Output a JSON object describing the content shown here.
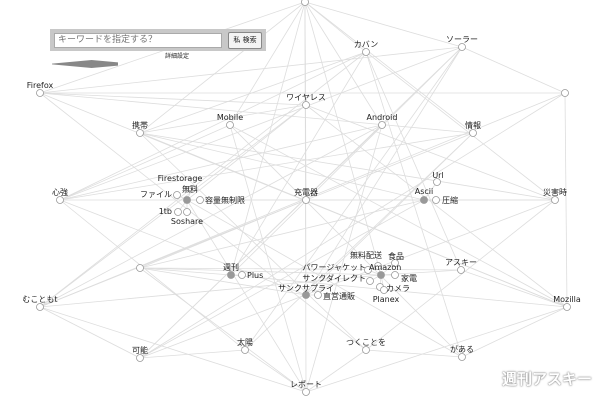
{
  "search": {
    "placeholder": "キーワードを指定する？",
    "button_label": "私 検索",
    "advanced_label": "詳細設定"
  },
  "watermark": "週刊アスキー",
  "colors": {
    "edge": "#dddddd",
    "node_stroke": "#999999",
    "hub_fill": "#999999",
    "node_fill": "#ffffff"
  },
  "nodes": [
    {
      "label": "",
      "hub": false
    },
    {
      "label": "カバン",
      "hub": false
    },
    {
      "label": "ソーラー",
      "hub": false
    },
    {
      "label": "Firefox",
      "hub": false
    },
    {
      "label": "ワイヤレス",
      "hub": false
    },
    {
      "label": "Mobile",
      "hub": false
    },
    {
      "label": "Android",
      "hub": false
    },
    {
      "label": "携帯",
      "hub": false
    },
    {
      "label": "情報",
      "hub": false
    },
    {
      "label": "",
      "hub": false
    },
    {
      "label": "心強",
      "hub": false
    },
    {
      "label": "充電器",
      "hub": false
    },
    {
      "label": "Ascii",
      "hub": true
    },
    {
      "label": "Url",
      "hub": false
    },
    {
      "label": "圧縮",
      "hub": false
    },
    {
      "label": "災害時",
      "hub": false
    },
    {
      "label": "無料",
      "hub": true
    },
    {
      "label": "Firestorage",
      "hub": false
    },
    {
      "label": "ファイル",
      "hub": false
    },
    {
      "label": "容量無制限",
      "hub": false
    },
    {
      "label": "1tb",
      "hub": false
    },
    {
      "label": "Soshare",
      "hub": false
    },
    {
      "label": "週刊",
      "hub": true
    },
    {
      "label": "Plus",
      "hub": false
    },
    {
      "label": "",
      "hub": false
    },
    {
      "label": "アスキー",
      "hub": false
    },
    {
      "label": "Amazon",
      "hub": true
    },
    {
      "label": "無料配送",
      "hub": false
    },
    {
      "label": "食品",
      "hub": false
    },
    {
      "label": "家電",
      "hub": false
    },
    {
      "label": "パワージャケット",
      "hub": false
    },
    {
      "label": "サンクダイレクト",
      "hub": false
    },
    {
      "label": "カメラ",
      "hub": false
    },
    {
      "label": "Planex",
      "hub": false
    },
    {
      "label": "サンクサプライ",
      "hub": true
    },
    {
      "label": "直営通販",
      "hub": false
    },
    {
      "label": "むこともt",
      "hub": false
    },
    {
      "label": "Mozilla",
      "hub": false
    },
    {
      "label": "可能",
      "hub": false
    },
    {
      "label": "太陽",
      "hub": false
    },
    {
      "label": "つくことを",
      "hub": false
    },
    {
      "label": "がある",
      "hub": false
    },
    {
      "label": "レポート",
      "hub": false
    }
  ],
  "edges": [
    [
      0,
      1
    ],
    [
      0,
      2
    ],
    [
      0,
      3
    ],
    [
      0,
      5
    ],
    [
      0,
      6
    ],
    [
      0,
      7
    ],
    [
      0,
      8
    ],
    [
      0,
      11
    ],
    [
      0,
      22
    ],
    [
      0,
      34
    ],
    [
      0,
      42
    ],
    [
      1,
      7
    ],
    [
      1,
      10
    ],
    [
      1,
      15
    ],
    [
      1,
      36
    ],
    [
      1,
      41
    ],
    [
      2,
      3
    ],
    [
      2,
      9
    ],
    [
      2,
      10
    ],
    [
      2,
      38
    ],
    [
      2,
      39
    ],
    [
      3,
      4
    ],
    [
      3,
      9
    ],
    [
      3,
      8
    ],
    [
      3,
      37
    ],
    [
      3,
      40
    ],
    [
      4,
      7
    ],
    [
      4,
      36
    ],
    [
      4,
      37
    ],
    [
      4,
      15
    ],
    [
      5,
      10
    ],
    [
      5,
      37
    ],
    [
      5,
      41
    ],
    [
      5,
      42
    ],
    [
      6,
      36
    ],
    [
      6,
      38
    ],
    [
      6,
      42
    ],
    [
      6,
      10
    ],
    [
      7,
      15
    ],
    [
      7,
      37
    ],
    [
      7,
      40
    ],
    [
      8,
      10
    ],
    [
      8,
      36
    ],
    [
      8,
      39
    ],
    [
      9,
      37
    ],
    [
      9,
      38
    ],
    [
      9,
      36
    ],
    [
      10,
      11
    ],
    [
      10,
      39
    ],
    [
      11,
      12
    ],
    [
      11,
      15
    ],
    [
      11,
      16
    ],
    [
      11,
      24
    ],
    [
      12,
      13
    ],
    [
      12,
      14
    ],
    [
      12,
      15
    ],
    [
      12,
      38
    ],
    [
      12,
      24
    ],
    [
      12,
      7
    ],
    [
      15,
      40
    ],
    [
      15,
      38
    ],
    [
      16,
      17
    ],
    [
      16,
      18
    ],
    [
      16,
      19
    ],
    [
      16,
      20
    ],
    [
      16,
      21
    ],
    [
      16,
      4
    ],
    [
      16,
      42
    ],
    [
      16,
      41
    ],
    [
      22,
      23
    ],
    [
      22,
      24
    ],
    [
      22,
      1
    ],
    [
      22,
      2
    ],
    [
      22,
      37
    ],
    [
      24,
      25
    ],
    [
      24,
      26
    ],
    [
      24,
      42
    ],
    [
      25,
      26
    ],
    [
      25,
      1
    ],
    [
      25,
      37
    ],
    [
      26,
      27
    ],
    [
      26,
      28
    ],
    [
      26,
      29
    ],
    [
      26,
      30
    ],
    [
      26,
      31
    ],
    [
      26,
      32
    ],
    [
      26,
      33
    ],
    [
      26,
      36
    ],
    [
      26,
      0
    ],
    [
      34,
      35
    ],
    [
      34,
      24
    ],
    [
      34,
      2
    ],
    [
      34,
      8
    ],
    [
      34,
      10
    ],
    [
      36,
      42
    ],
    [
      36,
      38
    ],
    [
      37,
      41
    ],
    [
      37,
      42
    ],
    [
      38,
      39
    ],
    [
      40,
      41
    ],
    [
      39,
      42
    ],
    [
      40,
      42
    ]
  ]
}
